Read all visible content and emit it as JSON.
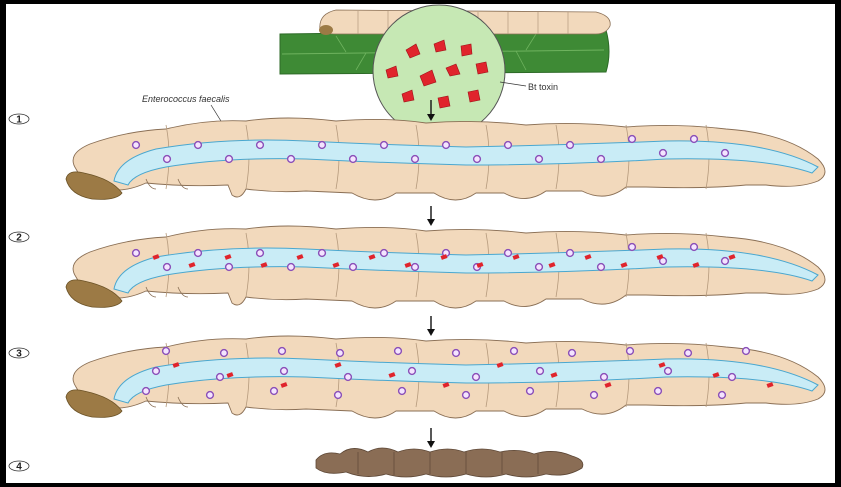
{
  "figure": {
    "labels": {
      "bacterium": "Enterococcus faecalis",
      "toxin": "Bt toxin"
    },
    "stages": [
      "1",
      "2",
      "3",
      "4"
    ]
  },
  "colors": {
    "body": "#f2d9bc",
    "body_outline": "#8a6f55",
    "gut": "#c9ecf6",
    "gut_outline": "#4aa7cf",
    "bacterium_fill": "#f4e4ff",
    "bacterium_ring": "#8a4fb8",
    "toxin": "#e0242c",
    "leaf": "#3e8a35",
    "leaf_dark": "#2d6a27",
    "dead_larva": "#8a6d55",
    "head": "#9c7a45"
  }
}
